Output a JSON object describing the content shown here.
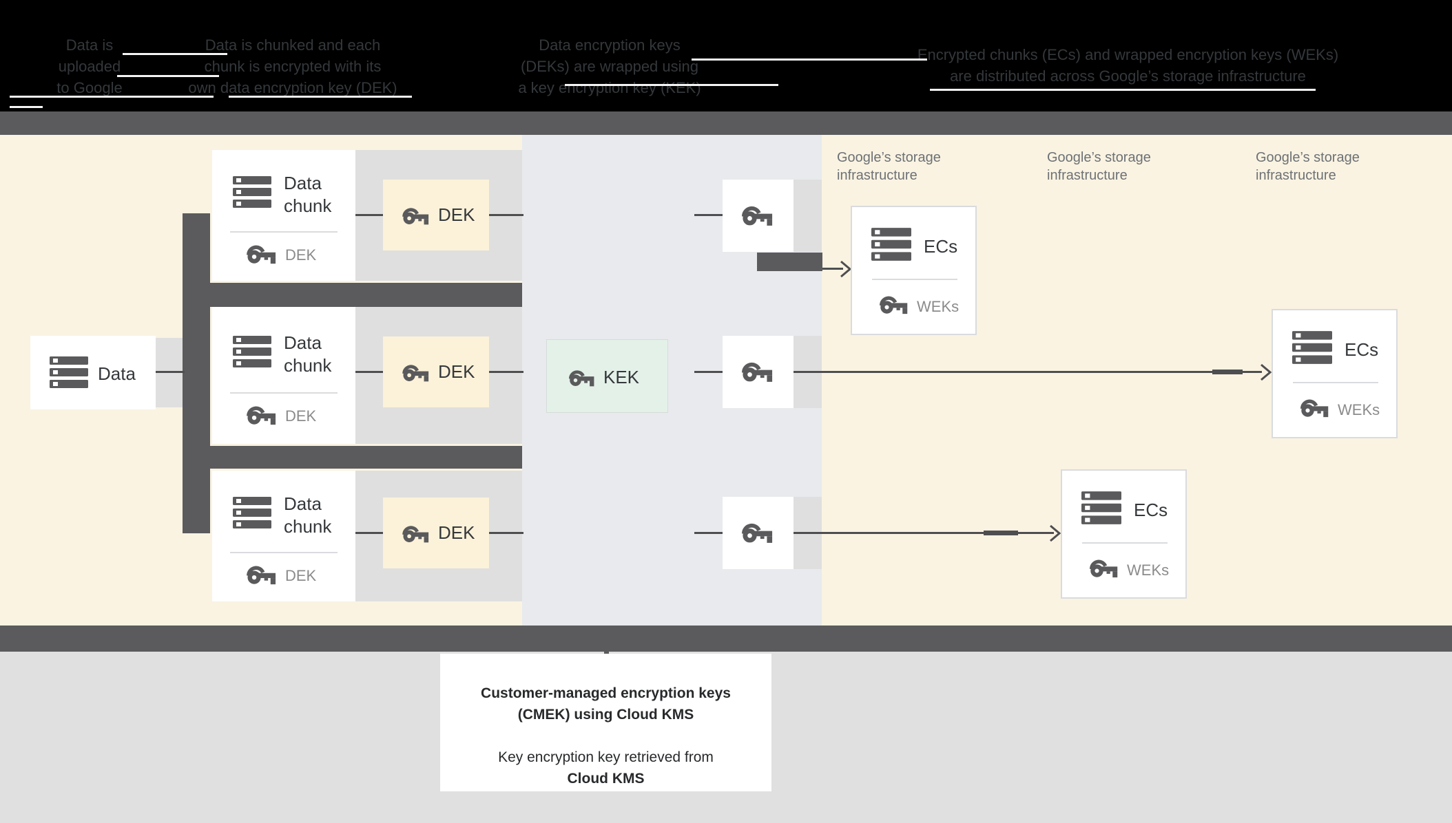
{
  "header": {
    "col1": [
      "Data is",
      "uploaded",
      "to Google"
    ],
    "col2": [
      "Data is chunked and each",
      "chunk is encrypted with its",
      "own data encryption key (DEK)"
    ],
    "col3": [
      "Data encryption keys",
      "(DEKs) are wrapped using",
      "a key encryption key (KEK)"
    ],
    "col4": [
      "Encrypted chunks (ECs) and wrapped encryption keys (WEKs)",
      "are distributed across Google’s storage infrastructure"
    ]
  },
  "boxes": {
    "data": "Data",
    "chunk": [
      "Data",
      "chunk"
    ],
    "dek": "DEK",
    "kek": "KEK",
    "ecs": "ECs",
    "weks": "WEKs"
  },
  "storage_label": [
    "Google’s storage",
    "infrastructure"
  ],
  "caption": {
    "line1": "Customer-managed encryption keys",
    "line2": "(CMEK) using Cloud KMS",
    "line3": "Key encryption key retrieved from",
    "line4": "Cloud KMS"
  },
  "colors": {
    "cream": "#FAF3E2",
    "dek_fill": "#FCF2D9",
    "kek_fill": "#E4F1E9",
    "zone_gray_blue": "#E8EAED",
    "panel_gray": "#DFDFDF",
    "dark_bar": "#5B5B5D",
    "line": "#4E4E50",
    "bottom_bg": "#E0E0E0",
    "header_text": "#34383B",
    "text_dark": "#35383B",
    "text_gray": "#8B8B8B"
  }
}
